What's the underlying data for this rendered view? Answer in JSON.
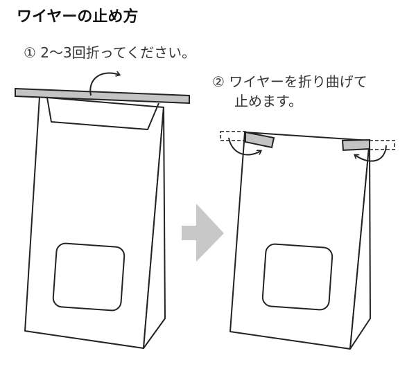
{
  "title": "ワイヤーの止め方",
  "steps": [
    {
      "number": "①",
      "text": "2〜3回折ってください。"
    },
    {
      "number": "②",
      "line1": "ワイヤーを折り曲げて",
      "line2": "止めます。"
    }
  ],
  "colors": {
    "stroke": "#222222",
    "wire_fill": "#c4c4c4",
    "arrow_fill": "#c8c8c8",
    "background": "#ffffff"
  },
  "icons": {
    "fold_arrow": "curved-arrow",
    "step_arrow": "right-arrow"
  }
}
